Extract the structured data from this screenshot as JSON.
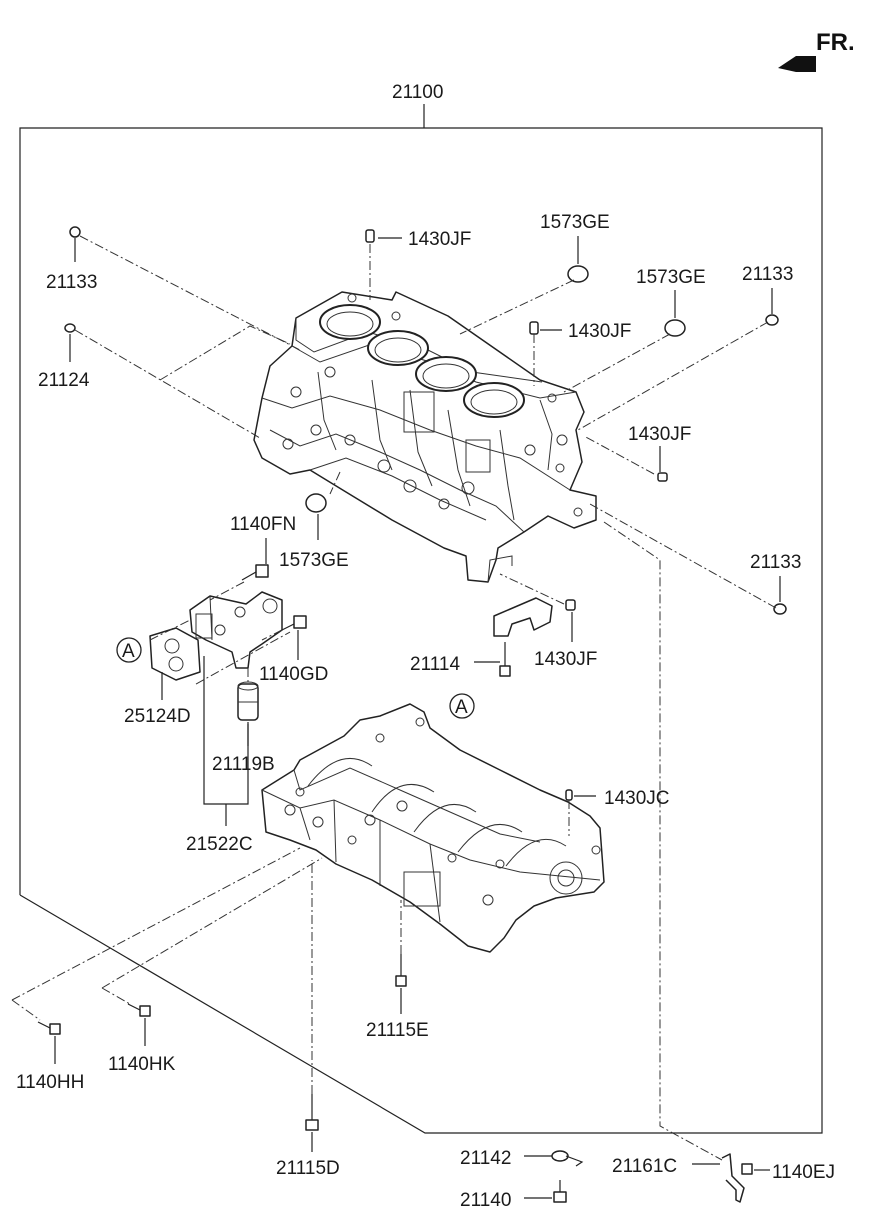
{
  "direction_marker": {
    "text": "FR."
  },
  "callout_letter": "A",
  "parts": {
    "block_assembly": "21100",
    "plug_top_left": "21133",
    "pin_top": "1430JF",
    "cap_top": "1573GE",
    "cap_right": "1573GE",
    "plug_top_right": "21133",
    "dowel_left": "21124",
    "pin_mid": "1430JF",
    "pin_right": "1430JF",
    "bolt_fn": "1140FN",
    "cap_front": "1573GE",
    "plug_low_right": "21133",
    "bolt_gd": "1140GD",
    "bearing_pin": "1430JF",
    "bolt_bearing": "21114",
    "gasket": "25124D",
    "sleeve": "21119B",
    "pin_lower": "1430JC",
    "housing": "21522C",
    "bolt_e": "21115E",
    "bolt_hh": "1140HH",
    "bolt_hk": "1140HK",
    "bolt_d": "21115D",
    "bracket_142": "21142",
    "bolt_140": "21140",
    "bracket_161": "21161C",
    "bolt_ej": "1140EJ"
  }
}
